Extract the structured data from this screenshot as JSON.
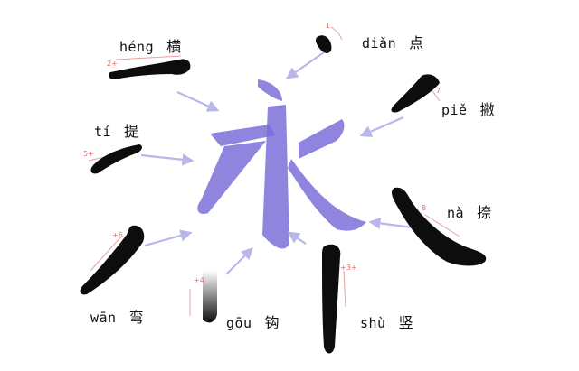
{
  "strokes": [
    {
      "id": "dian",
      "pinyin": "diǎn",
      "hanzi": "点",
      "order": "1"
    },
    {
      "id": "heng",
      "pinyin": "héng",
      "hanzi": "横",
      "order": "2+"
    },
    {
      "id": "shu",
      "pinyin": "shù",
      "hanzi": "竖",
      "order": "+3+"
    },
    {
      "id": "gou",
      "pinyin": "gōu",
      "hanzi": "钩",
      "order": "+4"
    },
    {
      "id": "ti",
      "pinyin": "tí",
      "hanzi": "提",
      "order": "5+"
    },
    {
      "id": "wan",
      "pinyin": "wān",
      "hanzi": "弯",
      "order": "+6"
    },
    {
      "id": "pie",
      "pinyin": "piě",
      "hanzi": "撇",
      "order": "7"
    },
    {
      "id": "na",
      "pinyin": "nà",
      "hanzi": "捺",
      "order": "8"
    }
  ],
  "center_character": "永",
  "colors": {
    "center_glyph": "#7b6fd8",
    "stroke_ink": "#0d0d0d",
    "arrow": "#b9b6ec",
    "order_mark": "#e06a6a"
  }
}
